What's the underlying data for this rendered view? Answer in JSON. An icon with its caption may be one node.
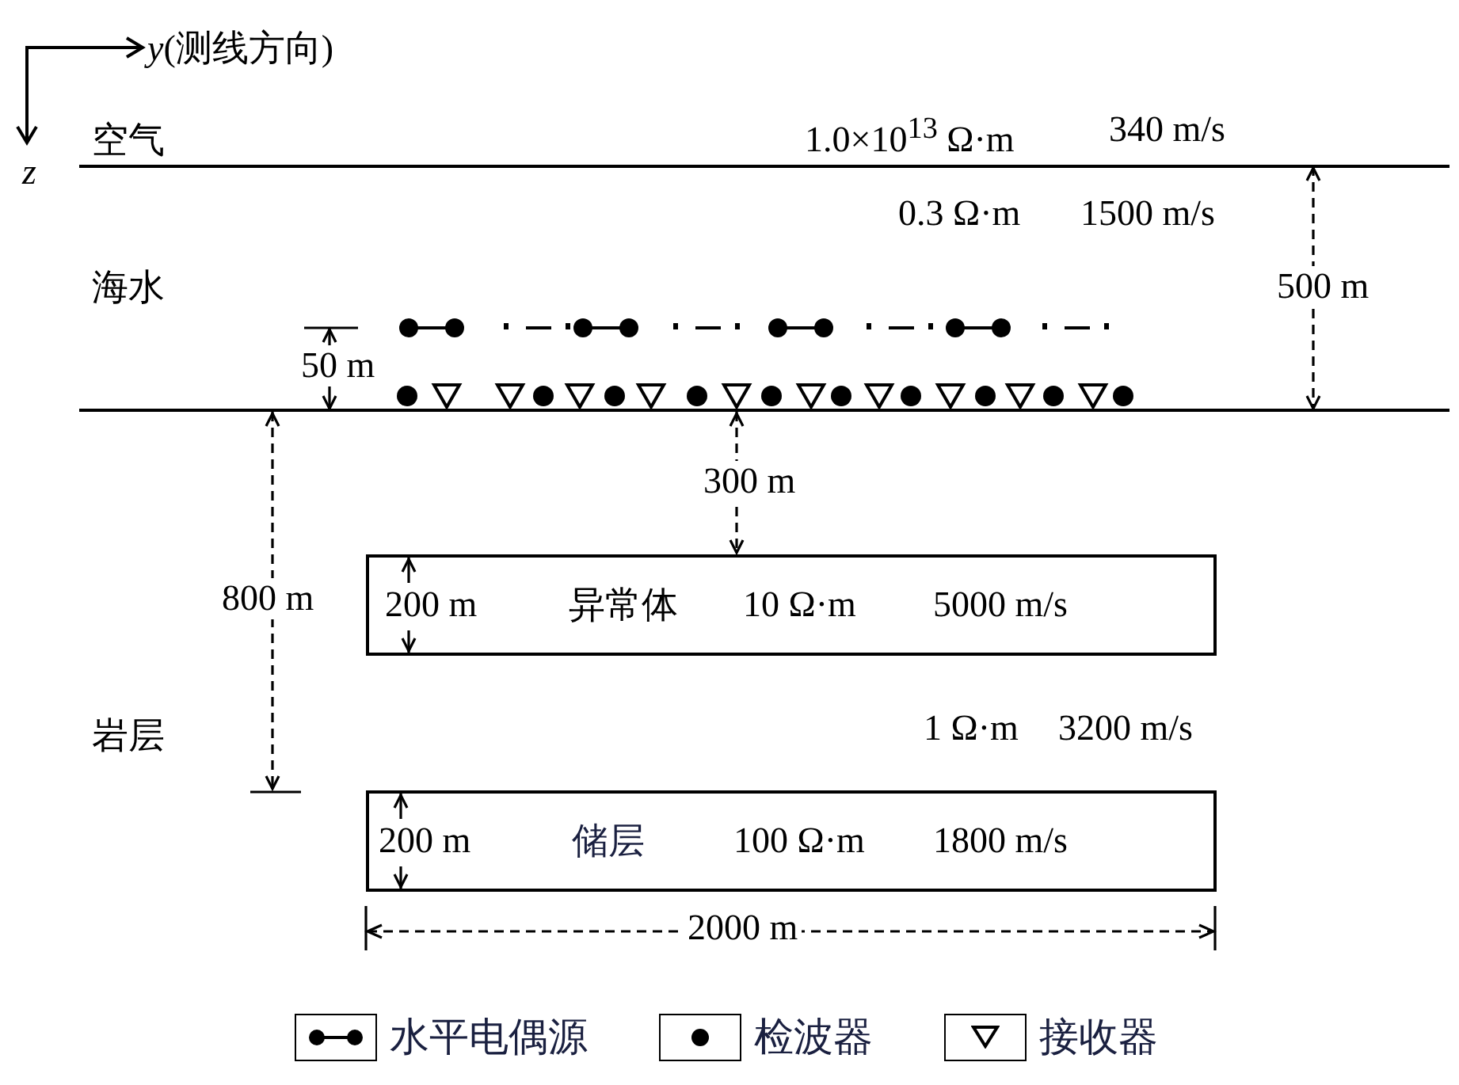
{
  "diagram": {
    "nodes": [
      {
        "text": [
          "200 m",
          "异常体",
          "10 Ω·m",
          "5000 m/s"
        ]
      },
      {
        "text": [
          "200 m",
          "储层",
          "100 Ω·m",
          "1800 m/s"
        ]
      }
    ],
    "labels": [
      "*y*(测线方向)",
      "z",
      "空气",
      "1.0×10$^{13}$ Ω·m",
      "340 m/s",
      "0.3 Ω·m",
      "1500 m/s",
      "海水",
      "500 m",
      "50 m",
      "300 m",
      "800 m",
      "岩层",
      "1 Ω·m",
      "3200 m/s",
      "2000 m"
    ],
    "legend": [
      {
        "text": "水平电偶源"
      },
      {
        "text": "检波器"
      },
      {
        "text": "接收器"
      }
    ]
  }
}
